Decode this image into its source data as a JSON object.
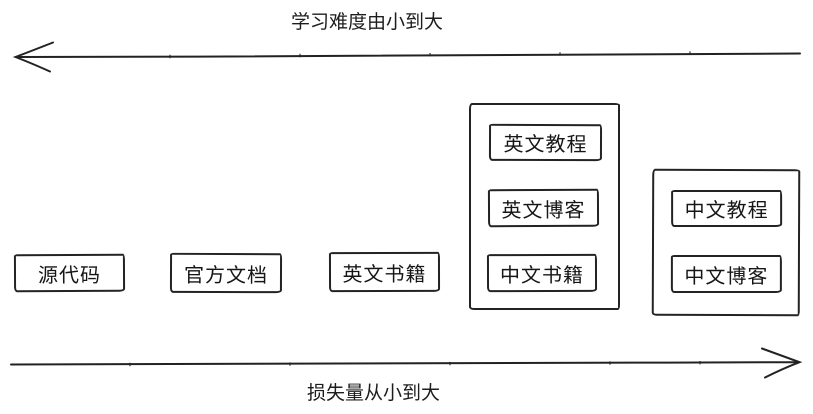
{
  "canvas": {
    "background": "#ffffff",
    "stroke_color": "#222222",
    "text_color": "#1a1a1a"
  },
  "axes": {
    "top": {
      "label": "学习难度由小到大",
      "arrow_direction": "left"
    },
    "bottom": {
      "label": "损失量从小到大",
      "arrow_direction": "right"
    }
  },
  "nodes": [
    {
      "label": "源代码"
    },
    {
      "label": "官方文档"
    },
    {
      "label": "英文书籍"
    }
  ],
  "groups": [
    {
      "items": [
        {
          "label": "英文教程"
        },
        {
          "label": "英文博客"
        },
        {
          "label": "中文书籍"
        }
      ]
    },
    {
      "items": [
        {
          "label": "中文教程"
        },
        {
          "label": "中文博客"
        }
      ]
    }
  ]
}
